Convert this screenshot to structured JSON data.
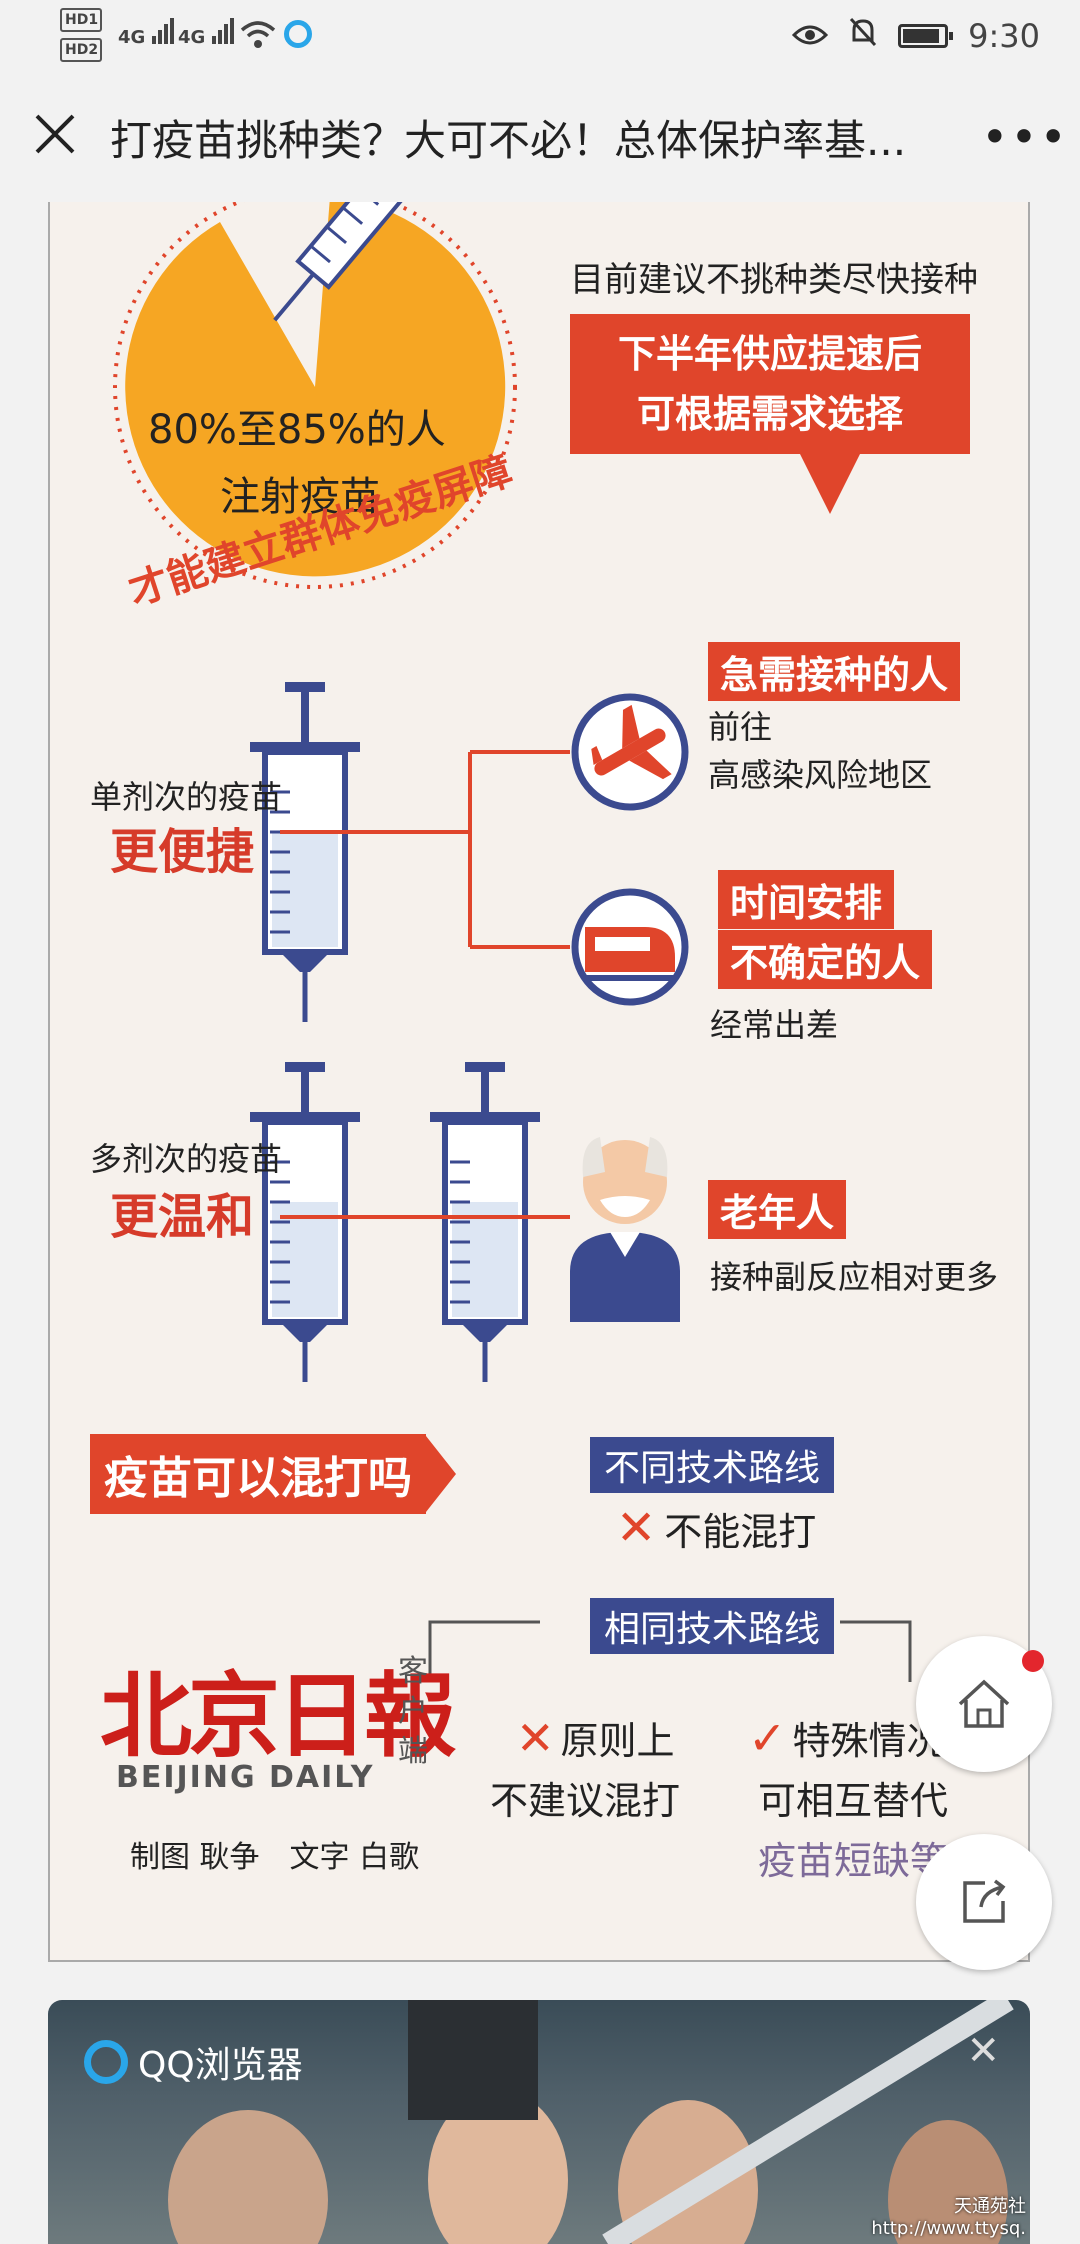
{
  "status_bar": {
    "hd1": "HD1",
    "hd2": "HD2",
    "signal1": "4G",
    "signal2": "4G",
    "time": "9:30"
  },
  "title_bar": {
    "title": "打疫苗挑种类？大可不必！总体保护率基..."
  },
  "infographic": {
    "circle_line1": "80%至85%的人",
    "circle_line2": "注射疫苗",
    "arc_text": "才能建立群体免疫屏障",
    "recommend": "目前建议不挑种类尽快接种",
    "bubble_line1": "下半年供应提速后",
    "bubble_line2": "可根据需求选择",
    "single_dose_label": "单剂次的疫苗",
    "single_dose_trait": "更便捷",
    "urgent_tag": "急需接种的人",
    "urgent_desc1": "前往",
    "urgent_desc2": "高感染风险地区",
    "schedule_tag1": "时间安排",
    "schedule_tag2": "不确定的人",
    "schedule_desc": "经常出差",
    "multi_dose_label": "多剂次的疫苗",
    "multi_dose_trait": "更温和",
    "elderly_tag": "老年人",
    "elderly_desc": "接种副反应相对更多",
    "mix_question": "疫苗可以混打吗",
    "diff_tech": "不同技术路线",
    "diff_tech_answer": "不能混打",
    "same_tech": "相同技术路线",
    "same_no1": "原则上",
    "same_no2": "不建议混打",
    "same_yes1": "特殊情况",
    "same_yes2": "可相互替代",
    "same_yes3": "疫苗短缺等",
    "brand_cn": "北京日報",
    "brand_en": "BEIJING DAILY",
    "brand_client": "客户端",
    "credits": "制图 耿争　文字 白歌"
  },
  "ad": {
    "brand": "QQ浏览器",
    "watermark1": "天通苑社",
    "watermark2": "http://www.ttysq."
  },
  "colors": {
    "accent_red": "#e0452b",
    "navy": "#3b4a8f",
    "orange": "#f6a623"
  }
}
